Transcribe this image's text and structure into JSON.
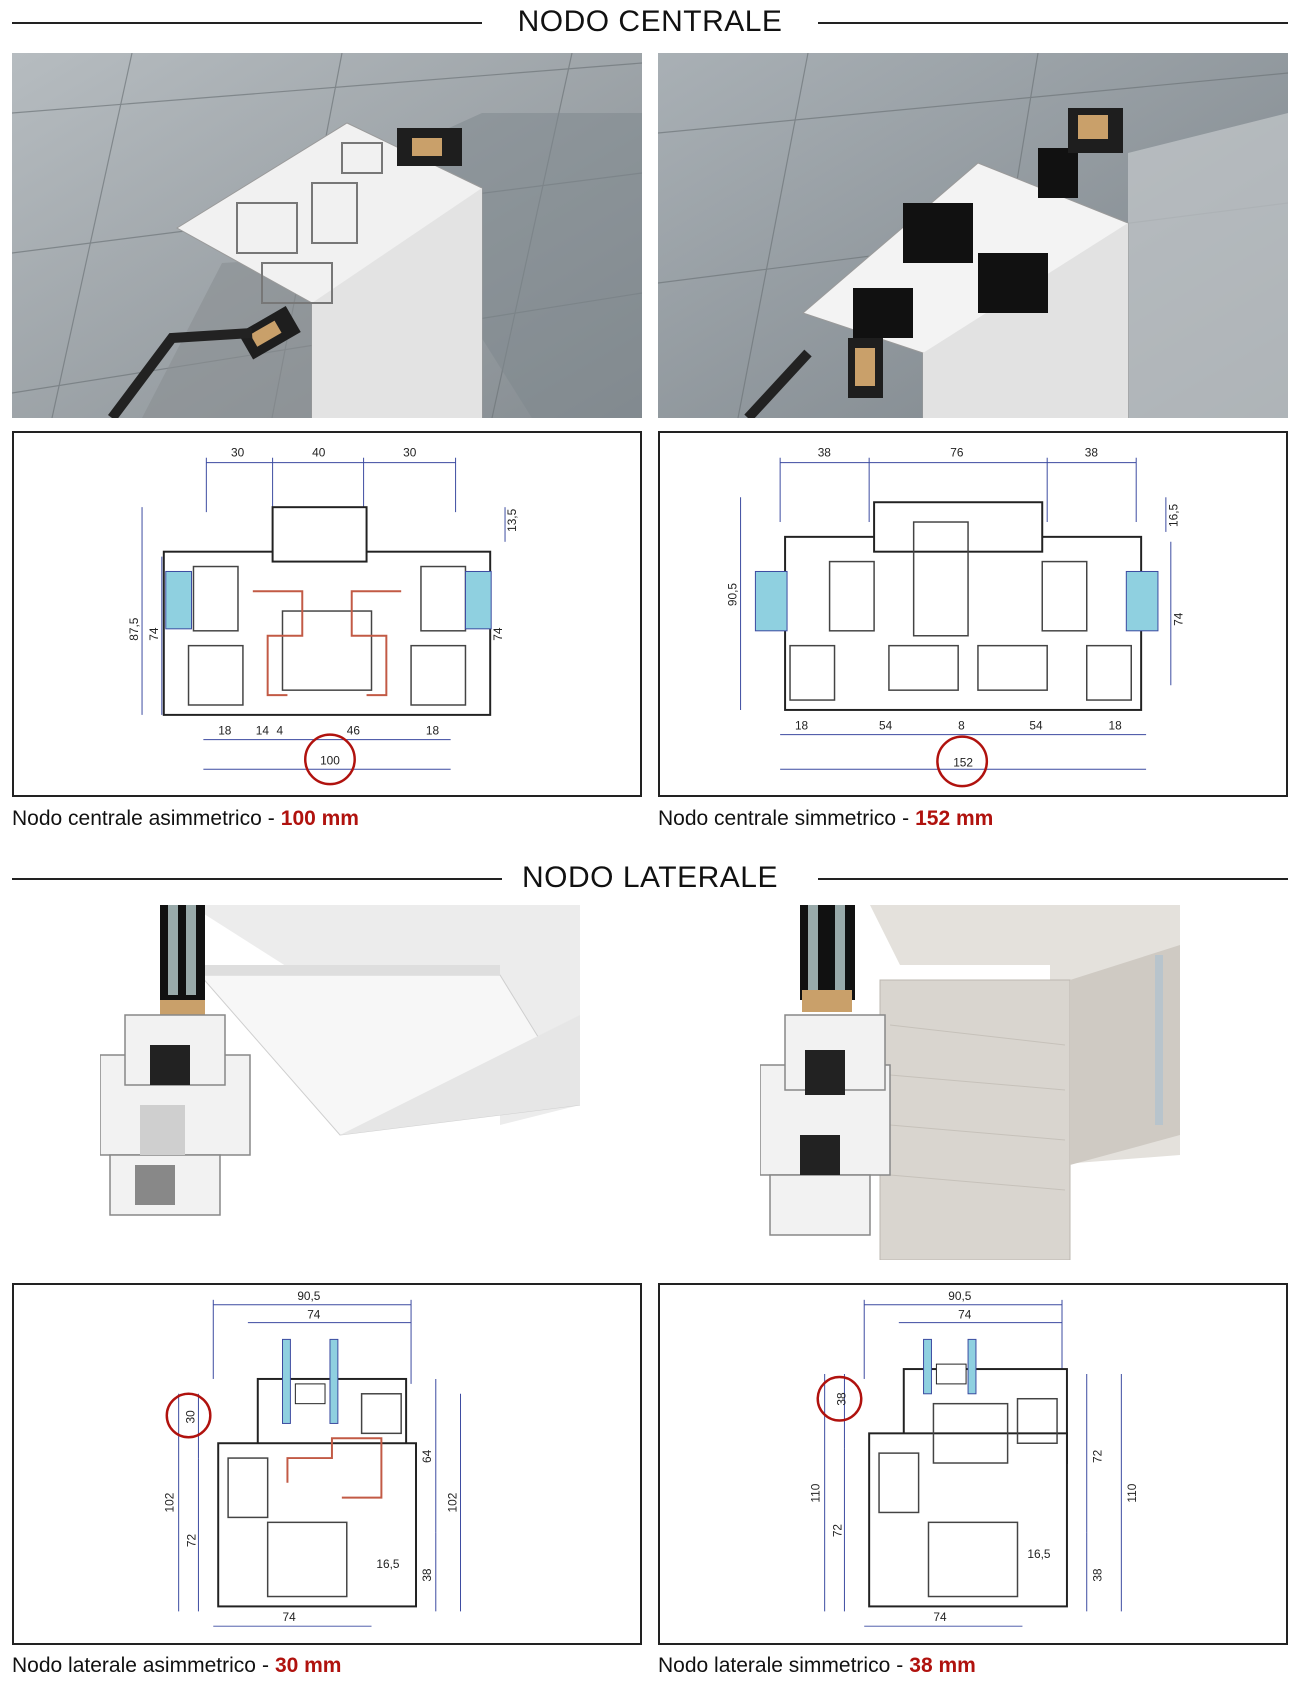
{
  "sections": {
    "central": {
      "title": "NODO CENTRALE"
    },
    "lateral": {
      "title": "NODO LATERALE"
    }
  },
  "captions": {
    "central_asym": {
      "text": "Nodo centrale asimmetrico",
      "separator": "-",
      "value": "100 mm"
    },
    "central_sym": {
      "text": "Nodo centrale simmetrico",
      "separator": "-",
      "value": "152 mm"
    },
    "lateral_asym": {
      "text": "Nodo laterale asimmetrico",
      "separator": "-",
      "value": "30 mm"
    },
    "lateral_sym": {
      "text": "Nodo laterale simmetrico",
      "separator": "-",
      "value": "38 mm"
    }
  },
  "drawings": {
    "central_asym": {
      "top_dims": [
        "30",
        "40",
        "30"
      ],
      "side_dims": [
        "87,5",
        "74",
        "74",
        "13,5"
      ],
      "bottom_dims": [
        "18",
        "14",
        "4",
        "46",
        "18"
      ],
      "total": "100"
    },
    "central_sym": {
      "top_dims": [
        "38",
        "76",
        "38"
      ],
      "side_dims": [
        "90,5",
        "74",
        "16,5"
      ],
      "bottom_dims": [
        "18",
        "54",
        "8",
        "54",
        "18"
      ],
      "total": "152"
    },
    "lateral_asym": {
      "top_dims": [
        "90,5",
        "74"
      ],
      "side_dims": [
        "30",
        "102",
        "72",
        "64",
        "102",
        "38",
        "16,5"
      ],
      "bottom_dims": [
        "74"
      ]
    },
    "lateral_sym": {
      "top_dims": [
        "90,5",
        "74"
      ],
      "side_dims": [
        "38",
        "110",
        "72",
        "72",
        "110",
        "38",
        "16,5"
      ],
      "bottom_dims": [
        "74"
      ]
    }
  },
  "colors": {
    "highlight_red": "#b0120e",
    "line_dark": "#222222",
    "dim_blue": "#3b4aa0",
    "glass_blue": "#8fd0e0",
    "floor_gray": "#9aa1a6"
  }
}
